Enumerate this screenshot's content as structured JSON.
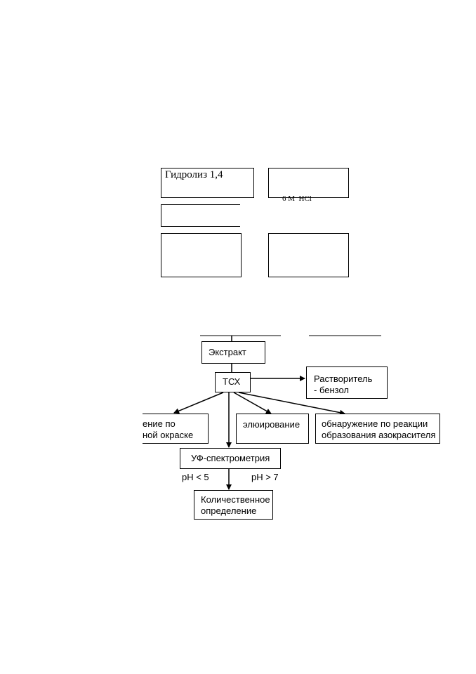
{
  "upper_diagram": {
    "hydrolysis_label": "Гидролиз 1,4",
    "clipped_fragment": "6 М  HCl"
  },
  "lower_diagram": {
    "extract": "Экстракт",
    "tlc": "ТСХ",
    "solvent": {
      "line1": "Растворитель",
      "line2": "- бензол"
    },
    "detect_color": {
      "line1": "ение по",
      "line2": "ной окраске"
    },
    "elution": "элюирование",
    "detect_azo": {
      "line1": "обнаружение по реакции",
      "line2": "образования азокрасителя"
    },
    "uv": "УФ-спектрометрия",
    "ph_low": "pH < 5",
    "ph_high": "pH > 7",
    "quant": {
      "line1": "Количественное",
      "line2": "определение"
    }
  }
}
